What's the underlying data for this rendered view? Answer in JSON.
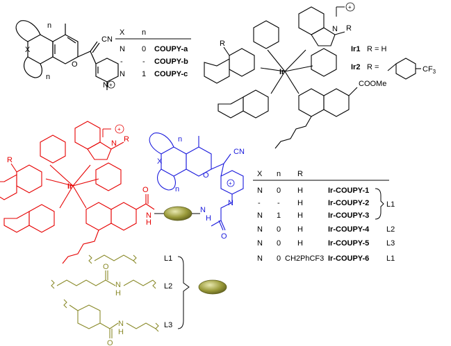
{
  "coupy_structure": {
    "methyl_label": "",
    "cn": "CN",
    "o": "O",
    "x": "X",
    "n_top": "n",
    "n_bottom": "n",
    "n_plus": "N",
    "plus": "+"
  },
  "coupy_table": {
    "headers": [
      "X",
      "n"
    ],
    "rows": [
      {
        "x": "N",
        "n": "0",
        "name": "COUPY-a"
      },
      {
        "x": "-",
        "n": "-",
        "name": "COUPY-b"
      },
      {
        "x": "N",
        "n": "1",
        "name": "COUPY-c"
      }
    ]
  },
  "ir_structure": {
    "ir": "Ir",
    "n": "N",
    "r": "R",
    "cooMe": "COOMe",
    "charge": "+"
  },
  "ir_legend": {
    "ir1": "Ir1",
    "ir1_r": "R = H",
    "ir2": "Ir2",
    "ir2_r": "R =",
    "cf3": "CF",
    "cf3_sub": "3"
  },
  "conjugate_structure": {
    "ir": "Ir",
    "r": "R",
    "n": "N",
    "o": "O",
    "h": "H",
    "nh": "N",
    "cn": "CN",
    "x": "X",
    "n_top": "n",
    "n_bottom": "n",
    "plus": "+",
    "charge": "+"
  },
  "conjugate_table": {
    "headers": [
      "X",
      "n",
      "R"
    ],
    "rows": [
      {
        "x": "N",
        "n": "0",
        "r": "H",
        "name": "Ir-COUPY-1",
        "linker": ""
      },
      {
        "x": "-",
        "n": "-",
        "r": "H",
        "name": "Ir-COUPY-2",
        "linker": "L1"
      },
      {
        "x": "N",
        "n": "1",
        "r": "H",
        "name": "Ir-COUPY-3",
        "linker": ""
      },
      {
        "x": "N",
        "n": "0",
        "r": "H",
        "name": "Ir-COUPY-4",
        "linker": "L2"
      },
      {
        "x": "N",
        "n": "0",
        "r": "H",
        "name": "Ir-COUPY-5",
        "linker": "L3"
      },
      {
        "x": "N",
        "n": "0",
        "r": "CH2PhCF3",
        "name": "Ir-COUPY-6",
        "linker": "L1"
      }
    ]
  },
  "linkers": {
    "l1": "L1",
    "l2": "L2",
    "l3": "L3",
    "h": "H",
    "n": "N",
    "o": "O"
  },
  "colors": {
    "ir_red": "#e60000",
    "coupy_blue": "#1a1adc",
    "linker_olive": "#8a8a2a",
    "black": "#000000"
  }
}
